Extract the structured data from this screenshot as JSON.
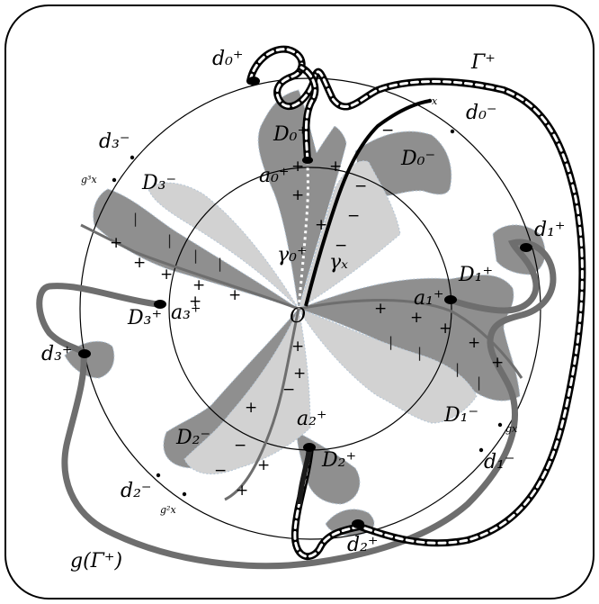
{
  "labels": {
    "d0_plus": "d₀⁺",
    "d0_minus": "d₀⁻",
    "d1_plus": "d₁⁺",
    "d1_minus": "d₁⁻",
    "d2_plus": "d₂⁺",
    "d2_minus": "d₂⁻",
    "d3_plus": "d₃⁺",
    "d3_minus": "d₃⁻",
    "D0_plus": "D₀⁺",
    "D0_minus": "D₀⁻",
    "D1_plus": "D₁⁺",
    "D1_minus": "D₁⁻",
    "D2_plus": "D₂⁺",
    "D2_minus": "D₂⁻",
    "D3_plus": "D₃⁺",
    "D3_minus": "D₃⁻",
    "a0_plus": "a₀⁺",
    "a1_plus": "a₁⁺",
    "a2_plus": "a₂⁺",
    "a3_plus": "a₃⁺",
    "origin": "O",
    "gamma0": "γ₀⁺",
    "gammax": "γₓ",
    "Gamma_plus": "Γ⁺",
    "g_Gamma_plus": "g(Γ⁺)",
    "x": "x",
    "gx": "gx",
    "g2x": "g²x",
    "g3x": "g³x"
  },
  "signs": {
    "plus": "+",
    "minus": "−",
    "bar": "|"
  },
  "colors": {
    "dark_gray": "#8f8f8f",
    "light_gray": "#d2d2d2",
    "curve_gray": "#6e6e6e",
    "black": "#000000"
  }
}
